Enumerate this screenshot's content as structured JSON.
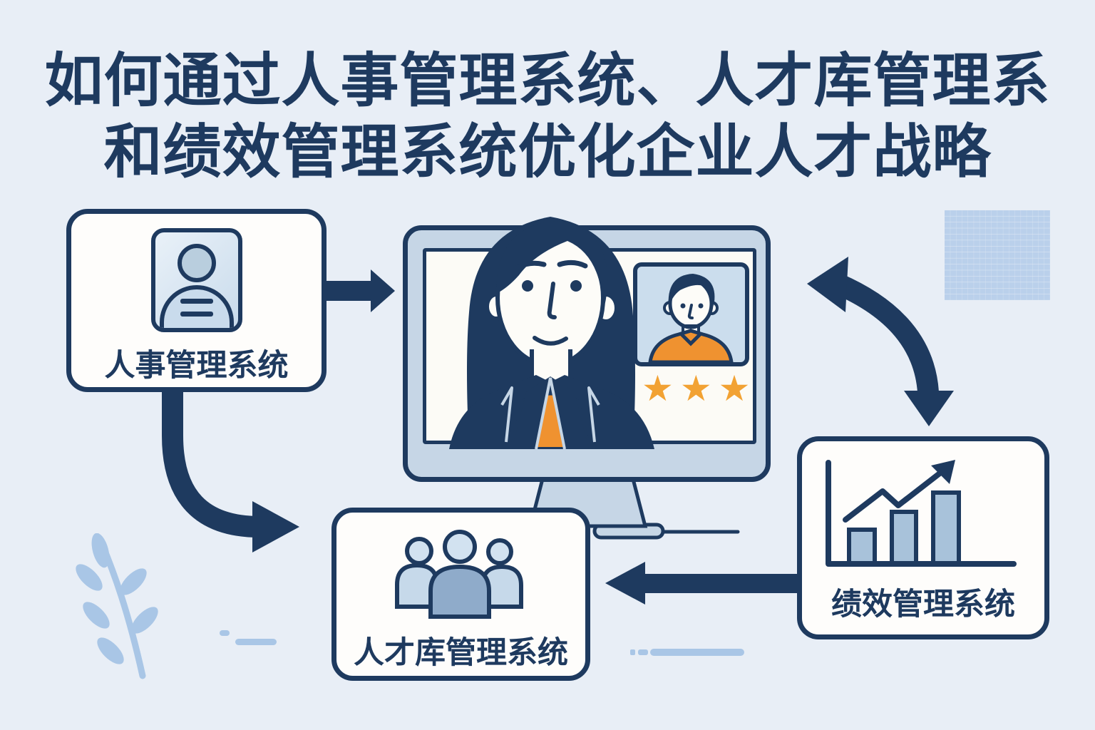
{
  "title": {
    "line1": "如何通过人事管理系统、人才库管理系",
    "line2": "和绩效管理系统优化企业人才战略"
  },
  "diagram": {
    "hr_box": {
      "label": "人事管理系统",
      "icon": "id-card-person-icon"
    },
    "talent_box": {
      "label": "人才库管理系统",
      "icon": "people-group-icon"
    },
    "performance_box": {
      "label": "绩效管理系统",
      "icon": "bar-chart-growth-icon"
    },
    "monitor": {
      "content": "video-interview-illustration",
      "candidate_card_icon": "male-candidate-portrait-icon",
      "rating_stars": "★★★",
      "rating_count": 3
    },
    "arrows": [
      "hr-box-to-monitor",
      "hr-box-to-talent-box",
      "monitor-performance-bidirectional",
      "performance-box-to-talent-box"
    ]
  },
  "decorations": {
    "dots_grid": "square-dots-pattern",
    "leaf": "leaf-branch",
    "dashes": "accent-dashes"
  },
  "colors": {
    "navy": "#1e3a5f",
    "orange": "#ef9230",
    "star-orange": "#f2a233",
    "bg": "#e8eef6",
    "bezel": "#c6d6e6",
    "box-bg": "#fefdfb",
    "screen-bg": "#fcfbf6",
    "light-blue": "#a9c6e6",
    "card-bg": "#cbdded",
    "dot-blue": "#b5cdea"
  }
}
